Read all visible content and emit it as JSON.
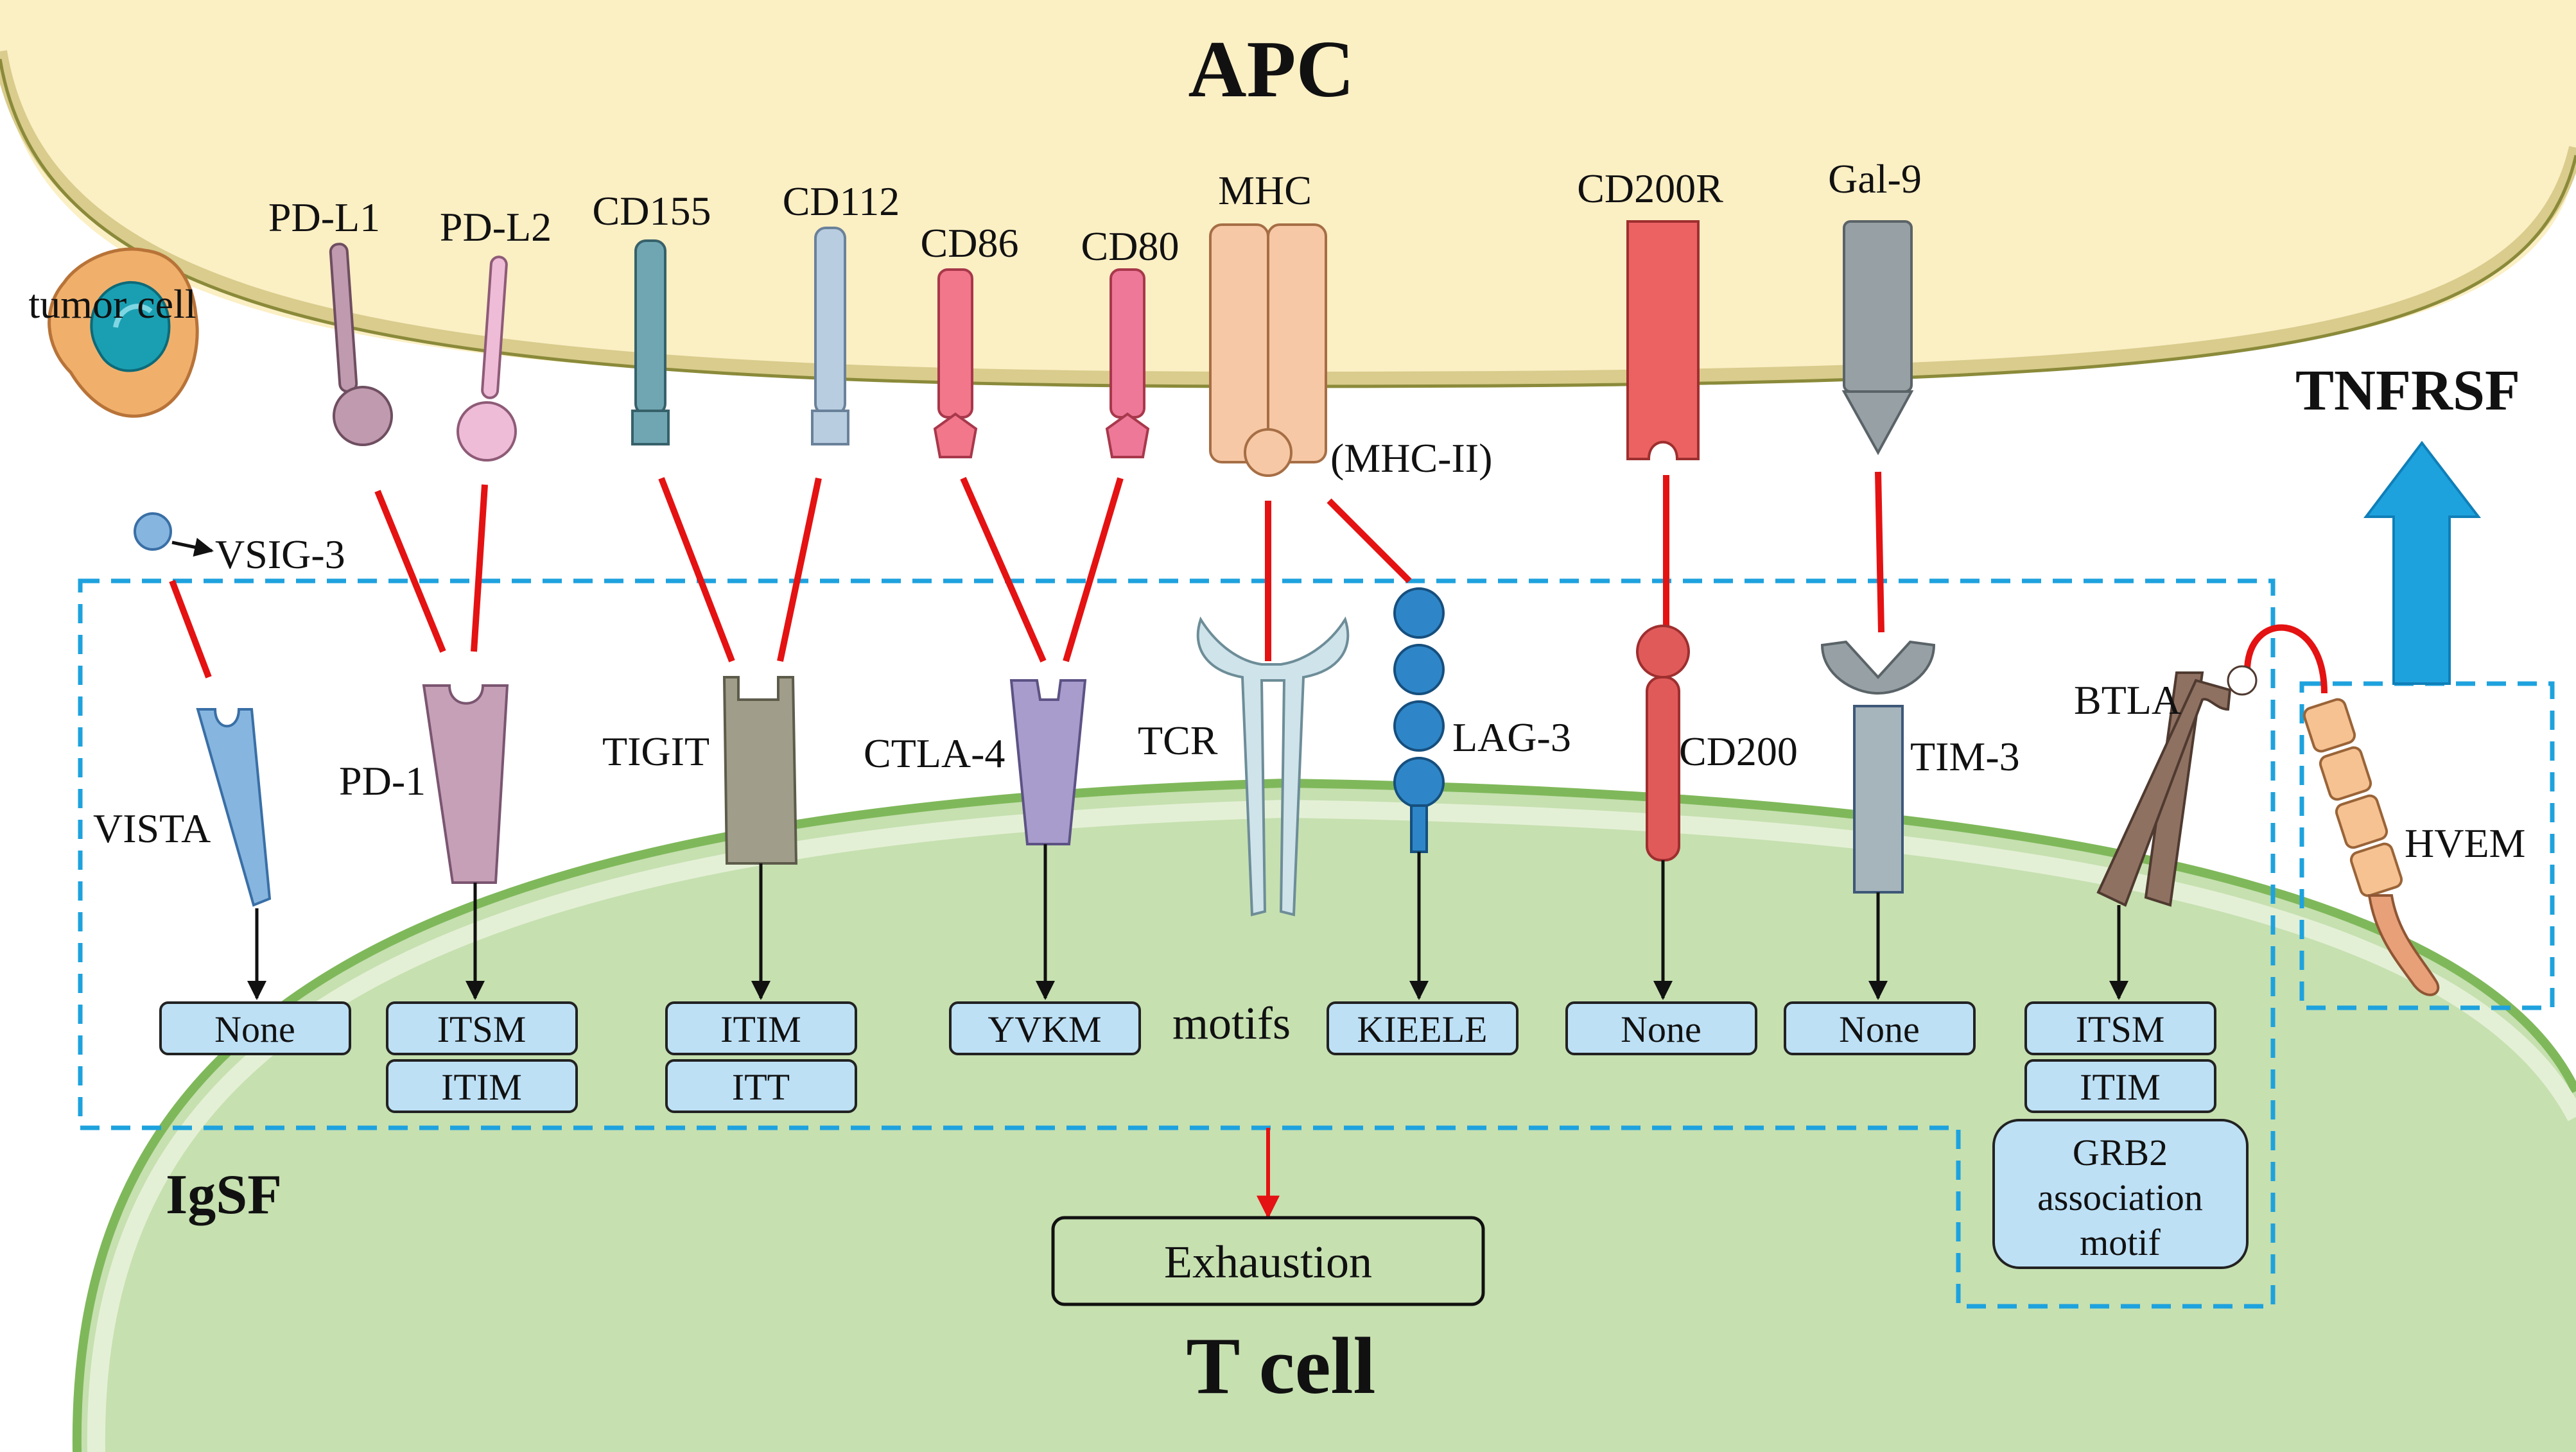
{
  "titles": {
    "apc": "APC",
    "tcell": "T cell",
    "tnfrsf": "TNFRSF",
    "igsf": "IgSF",
    "motifs": "motifs"
  },
  "tumor": {
    "label": "tumor cell",
    "ligand": "VSIG-3"
  },
  "ligands": {
    "pdl1": "PD-L1",
    "pdl2": "PD-L2",
    "cd155": "CD155",
    "cd112": "CD112",
    "cd86": "CD86",
    "cd80": "CD80",
    "mhc": "MHC",
    "mhc2": "(MHC-II)",
    "cd200r": "CD200R",
    "gal9": "Gal-9"
  },
  "receptors": {
    "vista": "VISTA",
    "pd1": "PD-1",
    "tigit": "TIGIT",
    "ctla4": "CTLA-4",
    "tcr": "TCR",
    "lag3": "LAG-3",
    "cd200": "CD200",
    "tim3": "TIM-3",
    "btla": "BTLA",
    "hvem": "HVEM"
  },
  "motif_boxes": {
    "vista": [
      "None"
    ],
    "pd1": [
      "ITSM",
      "ITIM"
    ],
    "tigit": [
      "ITIM",
      "ITT"
    ],
    "ctla4": [
      "YVKM"
    ],
    "lag3": [
      "KIEELE"
    ],
    "cd200": [
      "None"
    ],
    "tim3": [
      "None"
    ],
    "btla": [
      "ITSM",
      "ITIM"
    ],
    "btla_grb2": [
      "GRB2",
      "association",
      "motif"
    ]
  },
  "outcome": "Exhaustion",
  "colors": {
    "apc_fill": "#fbefc4",
    "tcell_fill": "#c6e0b0",
    "membrane_link": "#e41212",
    "boundary": "#1ea2de",
    "motif_box": "#bde0f5"
  }
}
